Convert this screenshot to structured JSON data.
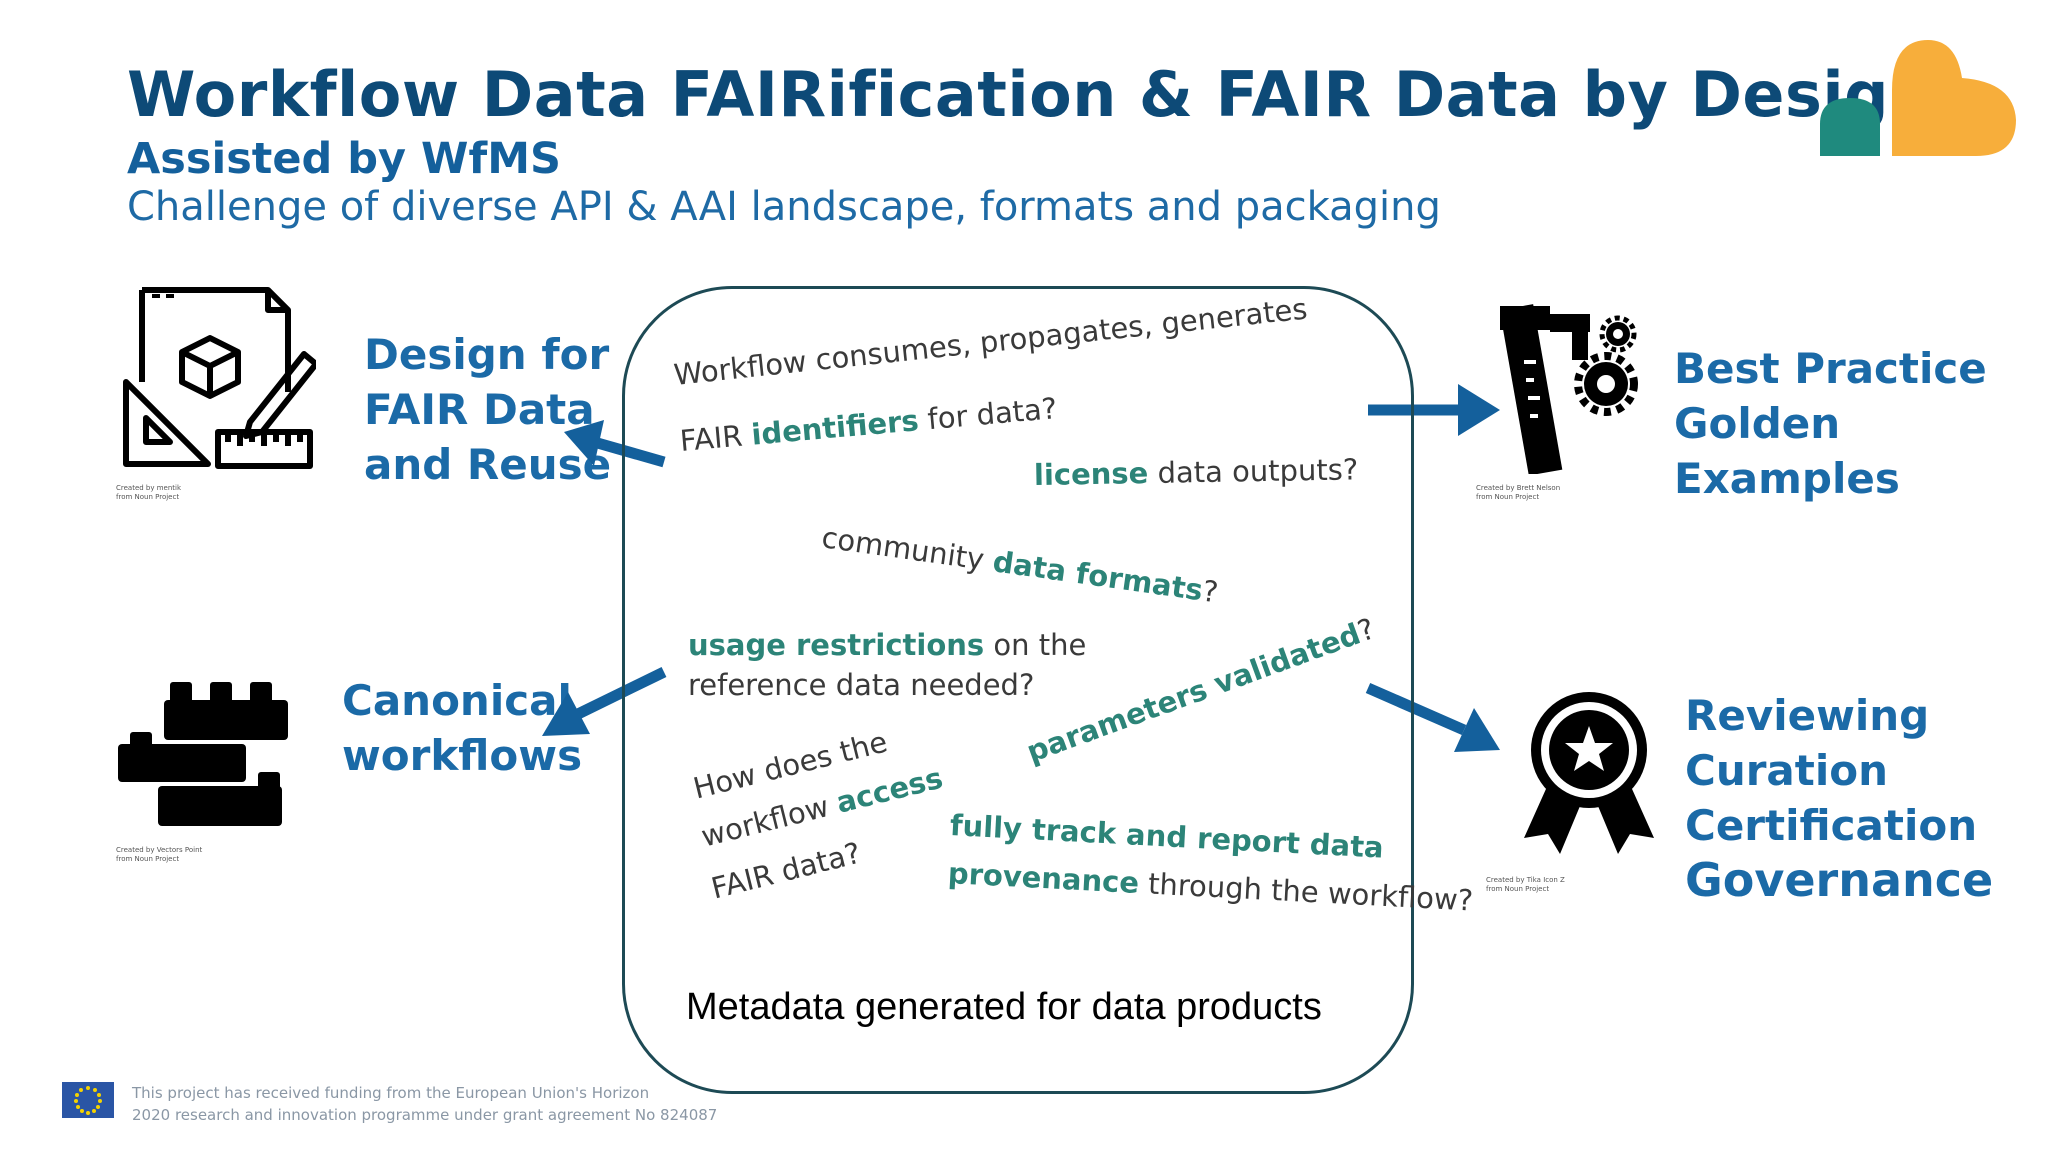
{
  "header": {
    "title": "Workflow Data FAIRification & FAIR Data by Design",
    "subtitle": "Assisted by WfMS",
    "challenge": "Challenge of diverse API & AAI landscape, formats and packaging"
  },
  "left_top": {
    "lines": [
      "Design for",
      "FAIR Data",
      "and Reuse"
    ],
    "icon": "design-tools-icon",
    "credit": [
      "Created by mentik",
      "from Noun Project"
    ]
  },
  "left_bottom": {
    "lines": [
      "Canonical",
      "workflows"
    ],
    "icon": "building-blocks-icon",
    "credit": [
      "Created by Vectors Point",
      "from Noun Project"
    ]
  },
  "right_top": {
    "lines": [
      "Best Practice",
      "Golden",
      "Examples"
    ],
    "icon": "caliper-gears-icon",
    "credit": [
      "Created by Brett Nelson",
      "from Noun Project"
    ]
  },
  "right_bottom": {
    "lines": [
      "Reviewing",
      "Curation",
      "Certification",
      "Governance"
    ],
    "icon": "award-badge-icon",
    "credit": [
      "Created by Tika Icon Z",
      "from Noun Project"
    ]
  },
  "questions": {
    "q1": {
      "pre": "Workflow consumes, propagates, generates"
    },
    "q1b": {
      "pre": "FAIR ",
      "hl": "identifiers",
      "post": " for data?"
    },
    "q2": {
      "hl": "license",
      "post": " data outputs?"
    },
    "q3": {
      "pre": "community ",
      "hl": "data formats",
      "post": "?"
    },
    "q4a": {
      "hl": "usage restrictions",
      "post": " on the"
    },
    "q4b": {
      "pre": "reference data needed?"
    },
    "q5": {
      "hl": "parameters validated",
      "post": "?"
    },
    "q6a": {
      "pre": "How does the"
    },
    "q6b": {
      "pre": "workflow ",
      "hl": "access"
    },
    "q6c": {
      "pre": "FAIR data?"
    },
    "q7a": {
      "hl": "fully track and report data"
    },
    "q7b": {
      "hl": "provenance",
      "post": " through the workflow?"
    }
  },
  "center_caption": "Metadata generated for data products",
  "footer": {
    "funding": [
      "This project has received funding from the European Union's Horizon",
      "2020 research and innovation programme under grant agreement No 824087"
    ]
  },
  "colors": {
    "title": "#0d4a77",
    "label": "#1b6aa7",
    "highlight": "#2c8478",
    "arrow": "#14609c",
    "logo_teal": "#1f8a7e",
    "logo_orange": "#f7ae3b"
  }
}
